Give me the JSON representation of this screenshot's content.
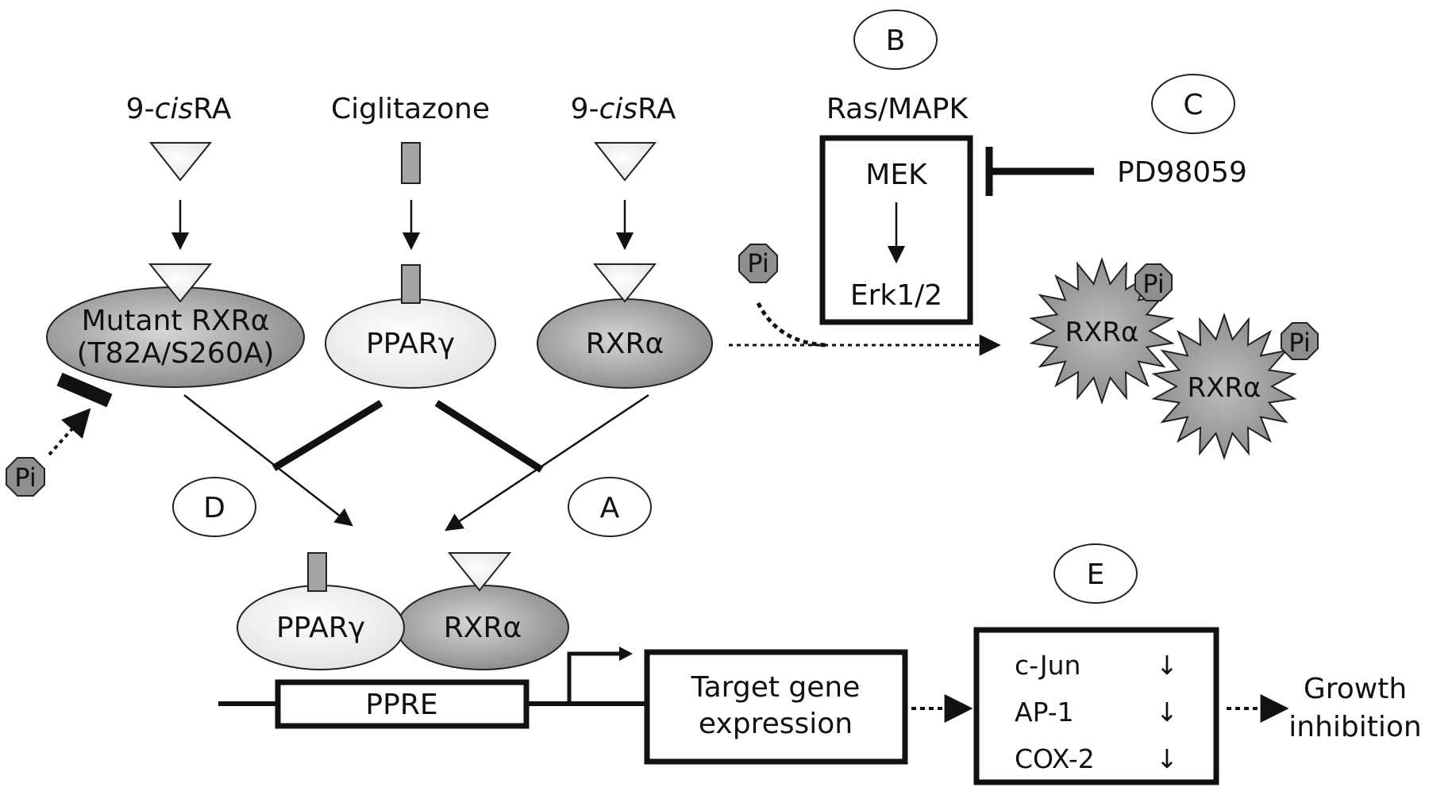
{
  "ligands": {
    "left_ra_prefix": "9-",
    "left_ra_italic": "cis",
    "left_ra_suffix": "RA",
    "ciglitazone": "Ciglitazone",
    "right_ra_prefix": "9-",
    "right_ra_italic": "cis",
    "right_ra_suffix": "RA"
  },
  "receptors": {
    "mutant_line1": "Mutant RXRα",
    "mutant_line2": "(T82A/S260A)",
    "pparg": "PPARγ",
    "rxra": "RXRα"
  },
  "pathway": {
    "ras_mapk": "Ras/MAPK",
    "mek": "MEK",
    "erk": "Erk1/2",
    "inhibitor": "PD98059"
  },
  "phospho": {
    "pi": "Pi",
    "rxra_1": "RXRα",
    "rxra_2": "RXRα"
  },
  "circle_labels": {
    "a": "A",
    "b": "B",
    "c": "C",
    "d": "D",
    "e": "E"
  },
  "complex": {
    "pparg": "PPARγ",
    "rxra": "RXRα",
    "ppre": "PPRE"
  },
  "target": {
    "line1": "Target gene",
    "line2": "expression"
  },
  "effects": {
    "rows": [
      {
        "name": "c-Jun",
        "dir": "↓"
      },
      {
        "name": "AP-1",
        "dir": "↓"
      },
      {
        "name": "COX-2",
        "dir": "↓"
      }
    ]
  },
  "outcome": {
    "line1": "Growth",
    "line2": "inhibition"
  },
  "colors": {
    "light_fill": "#eeeeee",
    "dark_fill": "#8c8c8c",
    "ligand_fill": "#a8a8a8",
    "star_fill": "#8f8f8f",
    "stroke": "#111111"
  }
}
